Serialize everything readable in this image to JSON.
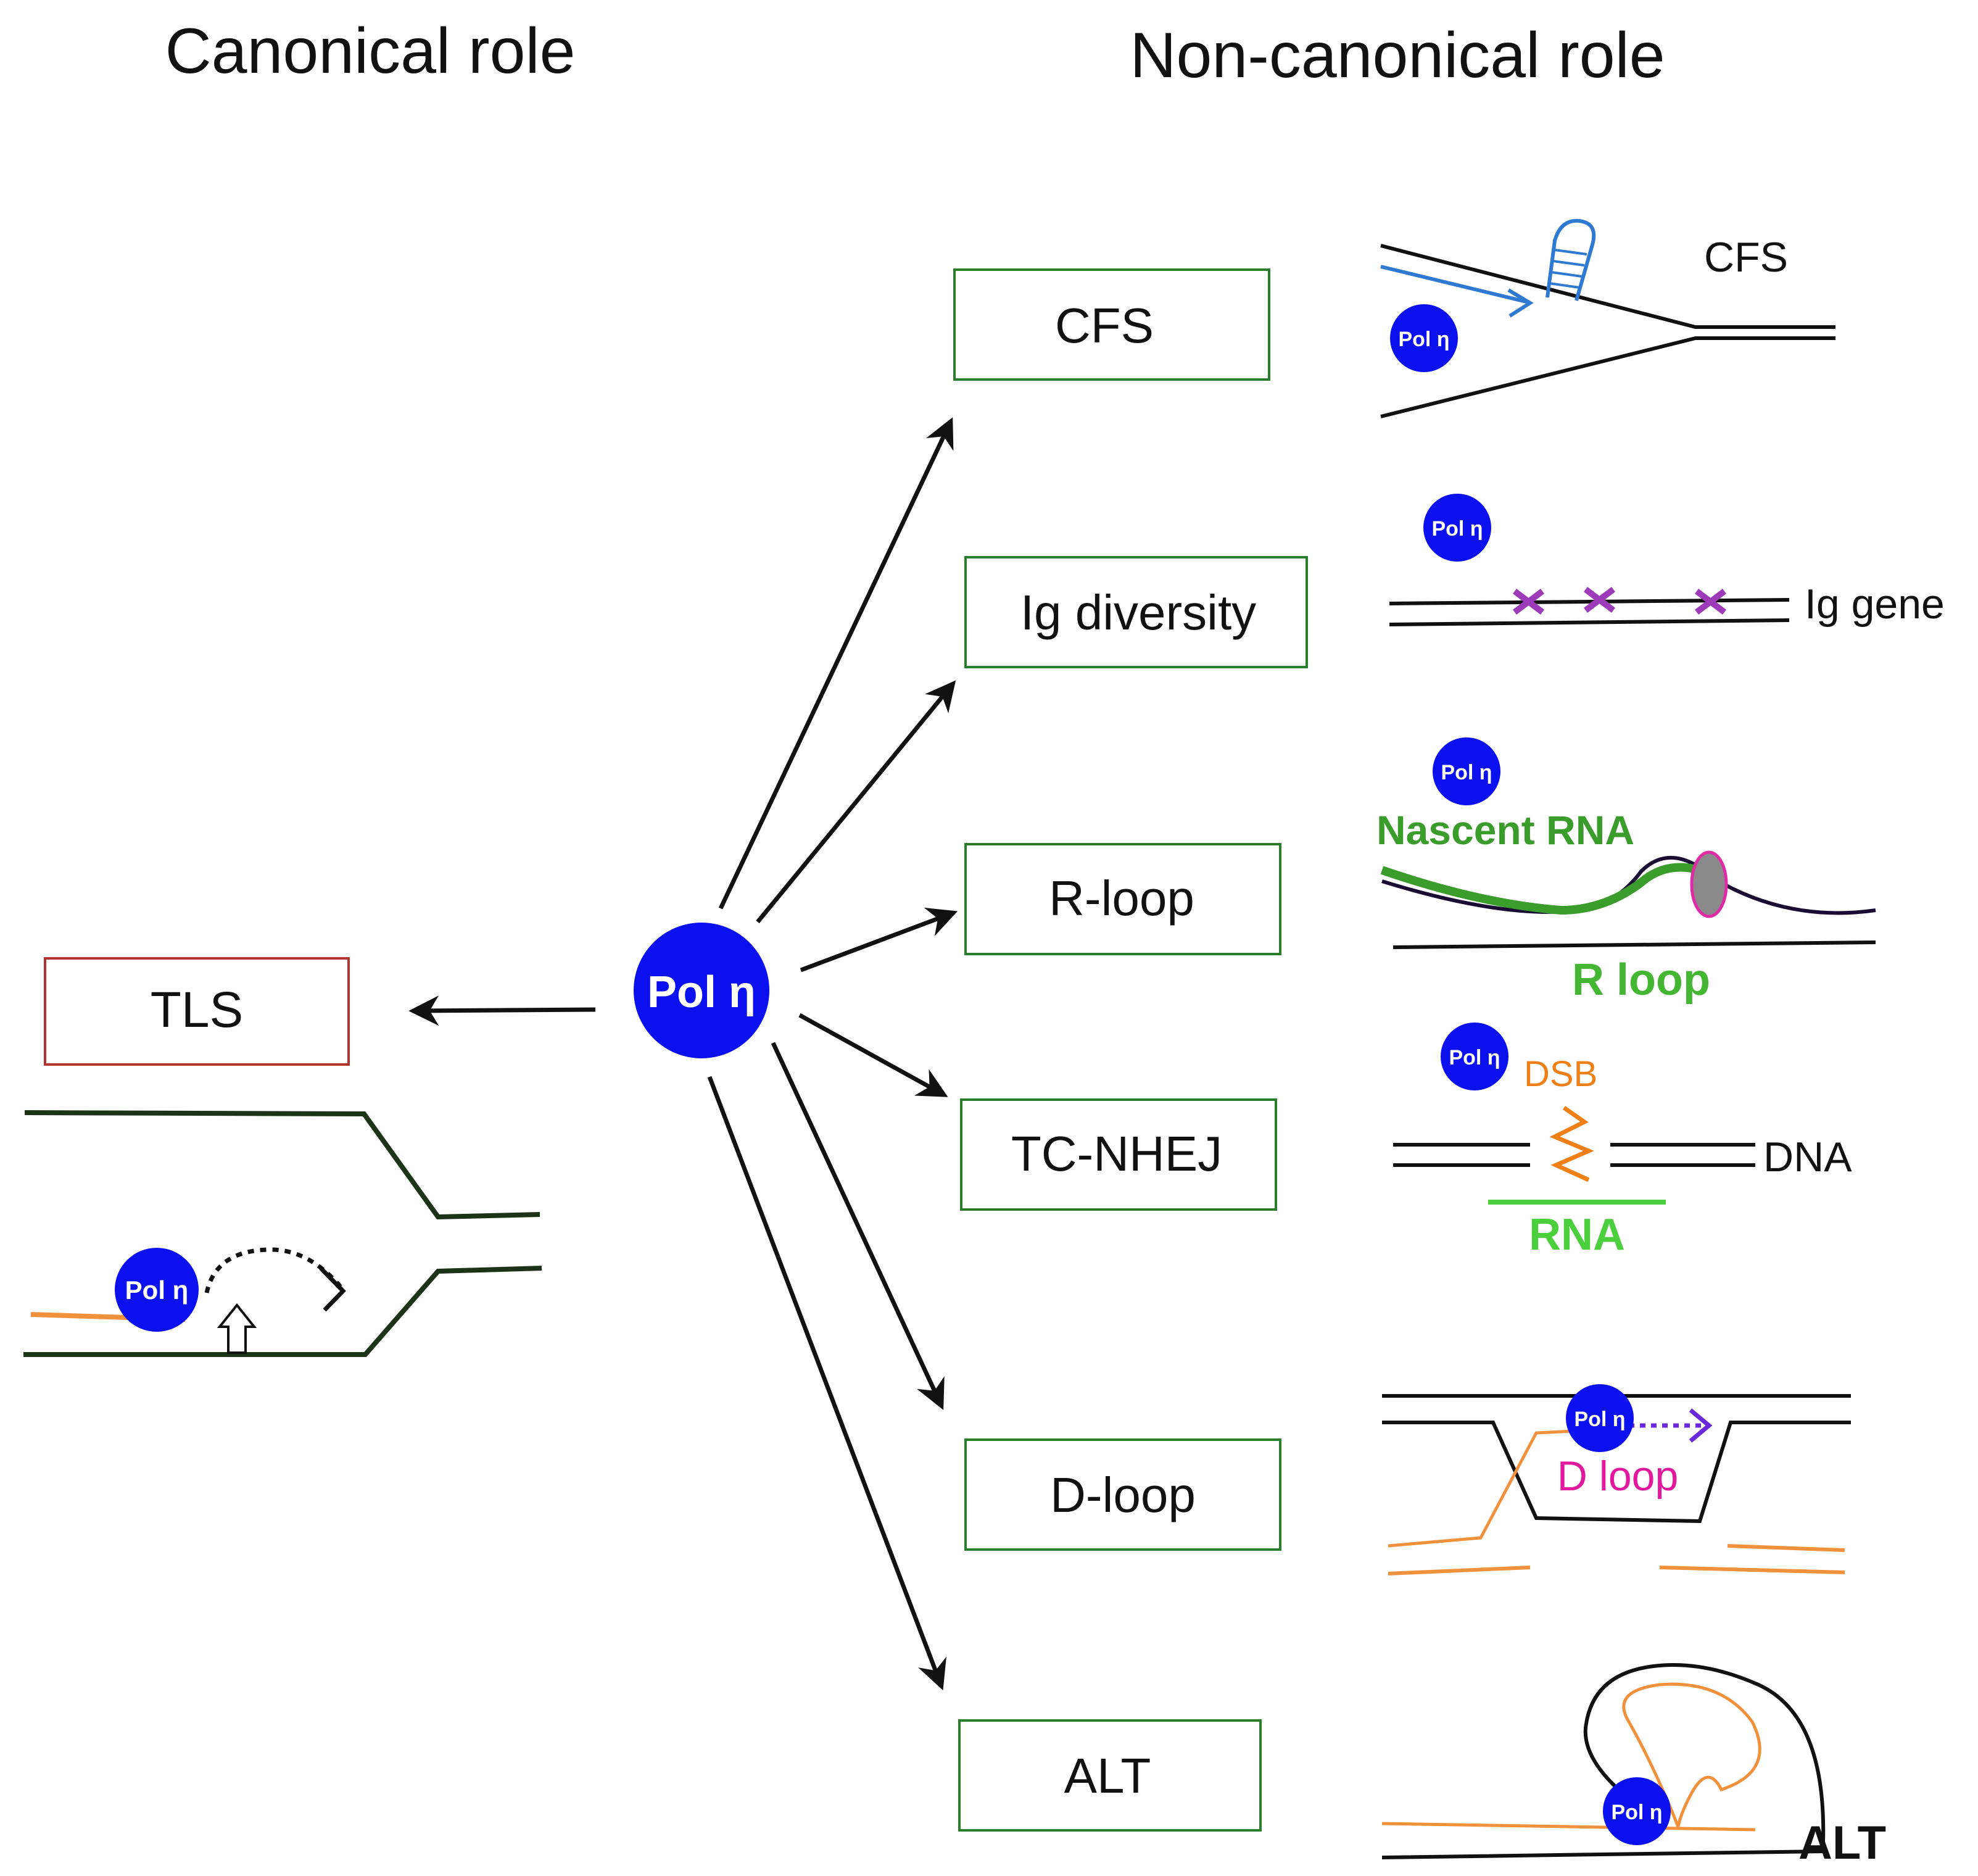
{
  "headings": {
    "canonical": "Canonical role",
    "non_canonical": "Non-canonical role"
  },
  "center_node": {
    "label": "Pol η"
  },
  "canonical_box": {
    "label": "TLS"
  },
  "role_boxes": [
    {
      "label": "CFS"
    },
    {
      "label": "Ig diversity"
    },
    {
      "label": "R-loop"
    },
    {
      "label": "TC-NHEJ"
    },
    {
      "label": "D-loop"
    },
    {
      "label": "ALT"
    }
  ],
  "polymerase_badge": "Pol η",
  "illustrations": {
    "cfs": {
      "label": "CFS"
    },
    "ig": {
      "label": "Ig gene"
    },
    "rloop": {
      "nascent": "Nascent RNA",
      "rloop": "R loop"
    },
    "tcnhej": {
      "dsb": "DSB",
      "dna": "DNA",
      "rna": "RNA"
    },
    "dloop": {
      "label": "D loop"
    },
    "alt": {
      "label": "ALT"
    }
  },
  "colors": {
    "pol_blue": "#0b11ee",
    "canonical_box_border": "#b3342f",
    "role_box_border": "#2a7d2a",
    "arrow": "#111111",
    "fork_strand": "#1c3317",
    "orange_strand": "#f2913c",
    "nascent_green": "#3a9c2a",
    "rloop_green": "#44b634",
    "rna_green": "#4ccf3c",
    "dsb_orange": "#f07f16",
    "dloop_magenta": "#e2189f",
    "hairpin_blue": "#2e79d1",
    "lesion_purple": "#9c3ab8",
    "arrow_violet": "#6a27dc",
    "polymerase_gray": "#8a8a8a",
    "polymerase_rim": "#e02aa6"
  }
}
